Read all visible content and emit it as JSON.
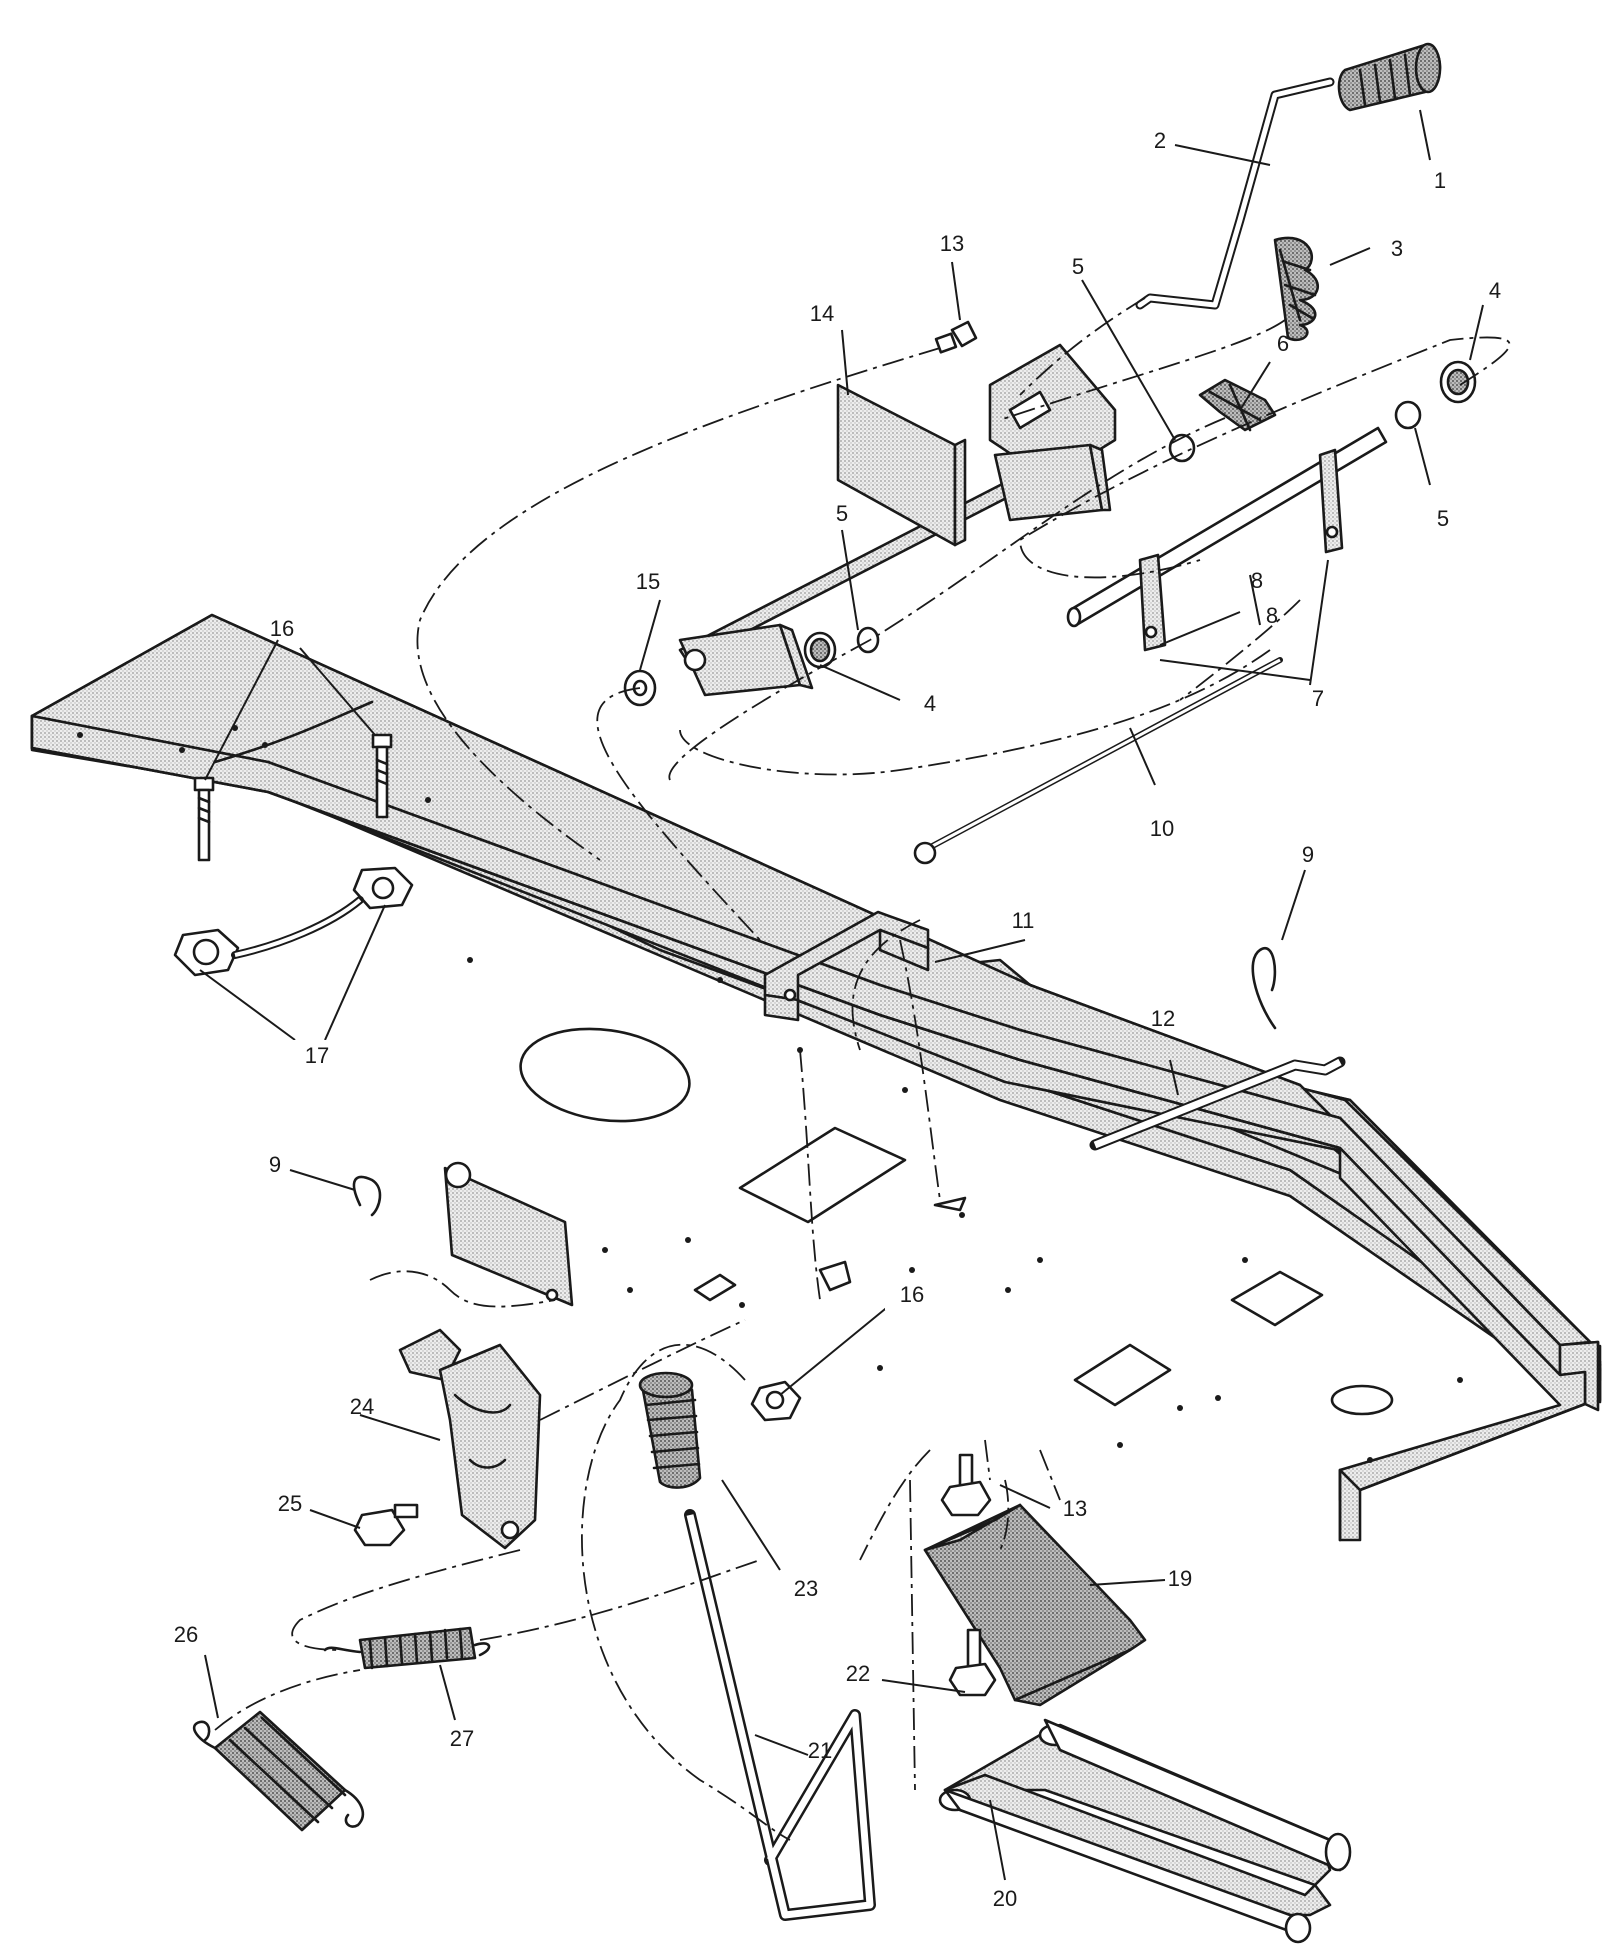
{
  "callouts": [
    {
      "id": "c1",
      "text": "1"
    },
    {
      "id": "c2",
      "text": "2"
    },
    {
      "id": "c3",
      "text": "3"
    },
    {
      "id": "c4a",
      "text": "4"
    },
    {
      "id": "c4b",
      "text": "4"
    },
    {
      "id": "c5a",
      "text": "5"
    },
    {
      "id": "c5b",
      "text": "5"
    },
    {
      "id": "c5c",
      "text": "5"
    },
    {
      "id": "c6",
      "text": "6"
    },
    {
      "id": "c7a",
      "text": "7"
    },
    {
      "id": "c8a",
      "text": "8"
    },
    {
      "id": "c8b",
      "text": "8"
    },
    {
      "id": "c9a",
      "text": "9"
    },
    {
      "id": "c9b",
      "text": "9"
    },
    {
      "id": "c10",
      "text": "10"
    },
    {
      "id": "c11",
      "text": "11"
    },
    {
      "id": "c12",
      "text": "12"
    },
    {
      "id": "c13a",
      "text": "13"
    },
    {
      "id": "c13b",
      "text": "13"
    },
    {
      "id": "c14",
      "text": "14"
    },
    {
      "id": "c15",
      "text": "15"
    },
    {
      "id": "c16a",
      "text": "16"
    },
    {
      "id": "c16b",
      "text": "16"
    },
    {
      "id": "c17",
      "text": "17"
    },
    {
      "id": "c19",
      "text": "19"
    },
    {
      "id": "c20",
      "text": "20"
    },
    {
      "id": "c21",
      "text": "21"
    },
    {
      "id": "c22",
      "text": "22"
    },
    {
      "id": "c23",
      "text": "23"
    },
    {
      "id": "c24",
      "text": "24"
    },
    {
      "id": "c25",
      "text": "25"
    },
    {
      "id": "c26",
      "text": "26"
    },
    {
      "id": "c27",
      "text": "27"
    }
  ]
}
